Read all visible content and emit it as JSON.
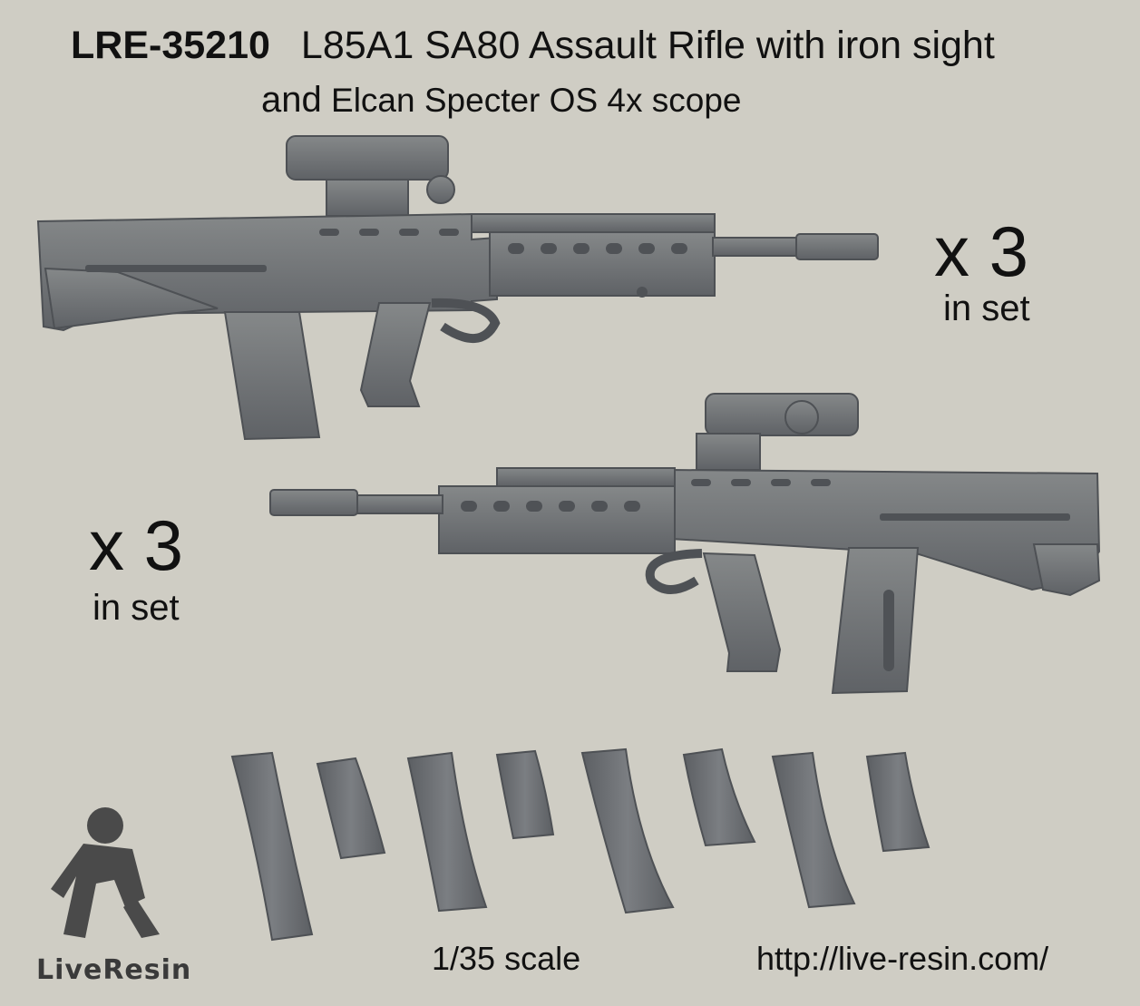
{
  "header": {
    "product_code": "LRE-35210",
    "title_rest": "L85A1 SA80 Assault Rifle with iron sight",
    "subtitle_and": "and",
    "subtitle_rest": "Elcan Specter OS 4x scope"
  },
  "quantity_top": {
    "count": "x 3",
    "label": "in set"
  },
  "quantity_bottom": {
    "count": "x 3",
    "label": "in set"
  },
  "footer": {
    "scale": "1/35 scale",
    "url": "http://live-resin.com/",
    "brand_first": "Live",
    "brand_second": "Resin"
  },
  "colors": {
    "background": "#cfcdc4",
    "model_gray": "#6f7276",
    "model_dark": "#55585c",
    "model_light": "#8a8d91"
  },
  "icons": [
    "rifle-render",
    "magazine-render",
    "liveresin-logo"
  ]
}
